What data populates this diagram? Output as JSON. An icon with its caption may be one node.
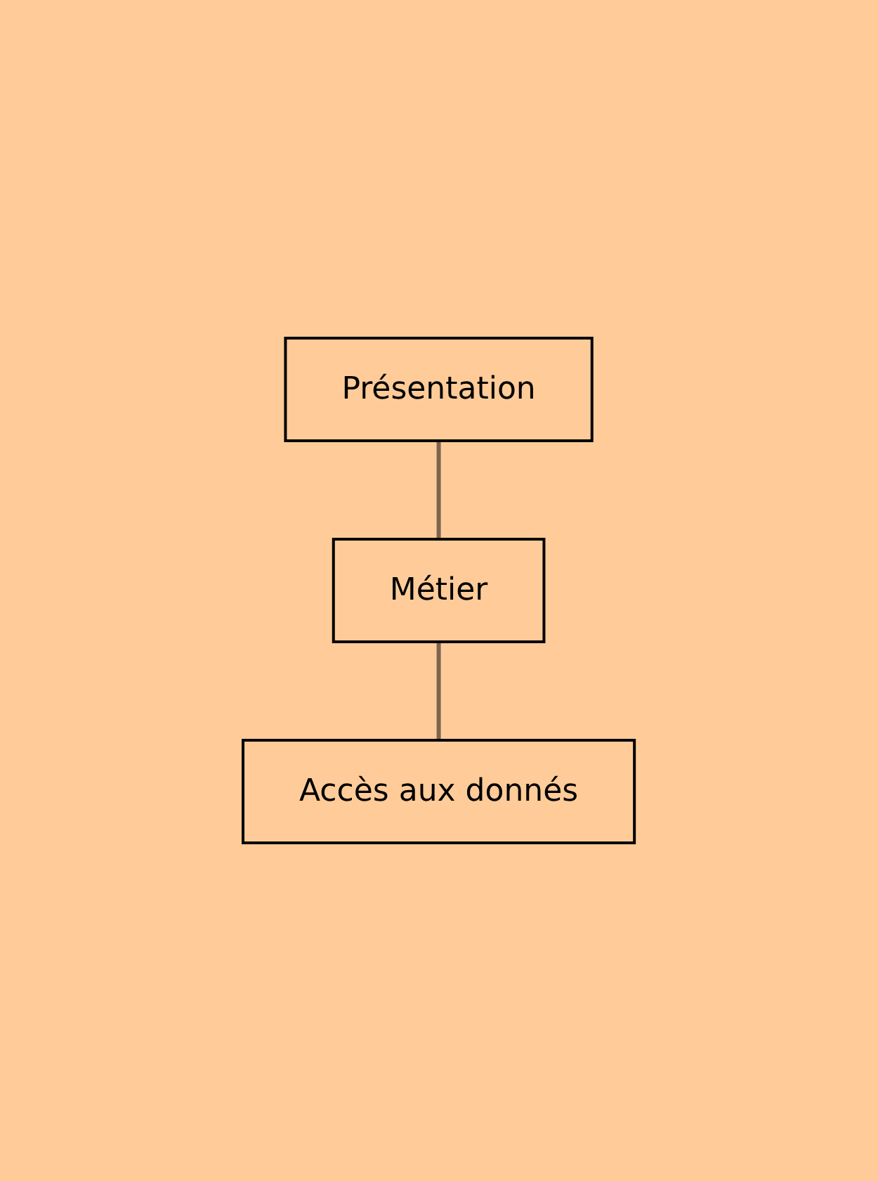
{
  "diagram": {
    "nodes": [
      {
        "text": [
          "Présentation"
        ]
      },
      {
        "text": [
          "Métier"
        ]
      },
      {
        "text": [
          "Accès aux donnés"
        ]
      }
    ],
    "edges": [
      {
        "from": 0,
        "to": 1,
        "arrow": "none"
      },
      {
        "from": 1,
        "to": 2,
        "arrow": "none"
      }
    ]
  }
}
